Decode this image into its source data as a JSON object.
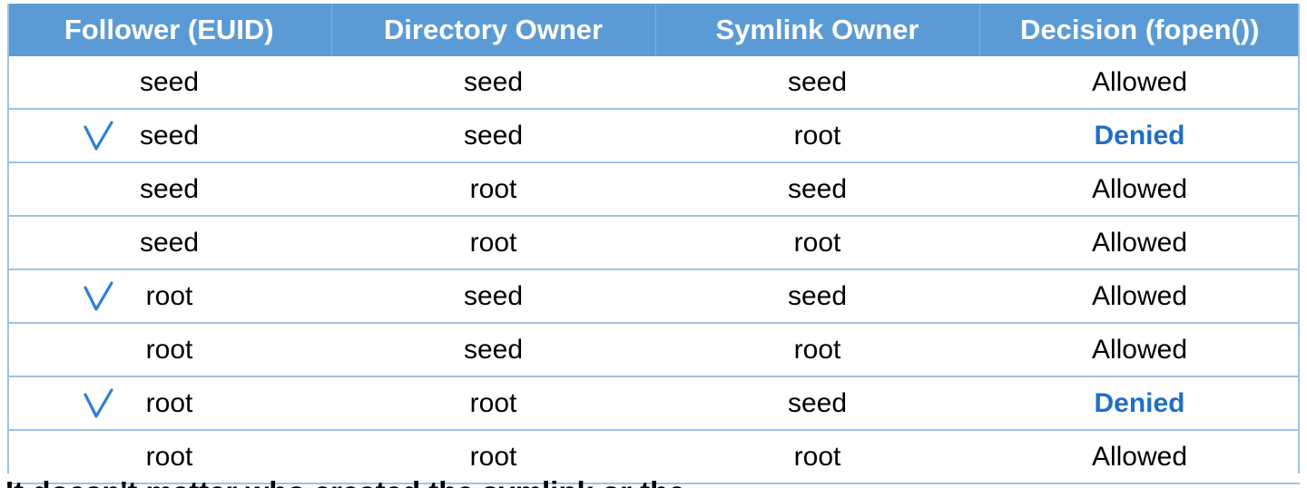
{
  "table": {
    "columns": [
      {
        "key": "follower",
        "label": "Follower (EUID)"
      },
      {
        "key": "dir_owner",
        "label": "Directory Owner"
      },
      {
        "key": "symlink_owner",
        "label": "Symlink Owner"
      },
      {
        "key": "decision",
        "label": "Decision (fopen())"
      }
    ],
    "rows": [
      {
        "mark": "",
        "follower": "seed",
        "dir_owner": "seed",
        "symlink_owner": "seed",
        "decision": "Allowed"
      },
      {
        "mark": "check-icon",
        "follower": "seed",
        "dir_owner": "seed",
        "symlink_owner": "root",
        "decision": "Denied"
      },
      {
        "mark": "",
        "follower": "seed",
        "dir_owner": "root",
        "symlink_owner": "seed",
        "decision": "Allowed"
      },
      {
        "mark": "",
        "follower": "seed",
        "dir_owner": "root",
        "symlink_owner": "root",
        "decision": "Allowed"
      },
      {
        "mark": "check-icon",
        "follower": "root",
        "dir_owner": "seed",
        "symlink_owner": "seed",
        "decision": "Allowed"
      },
      {
        "mark": "",
        "follower": "root",
        "dir_owner": "seed",
        "symlink_owner": "root",
        "decision": "Allowed"
      },
      {
        "mark": "check-icon",
        "follower": "root",
        "dir_owner": "root",
        "symlink_owner": "seed",
        "decision": "Denied"
      },
      {
        "mark": "",
        "follower": "root",
        "dir_owner": "root",
        "symlink_owner": "root",
        "decision": "Allowed"
      }
    ]
  },
  "caption": {
    "text": "It doesn't matter who created the symlink or the"
  },
  "colors": {
    "header_bg": "#5B9BD5",
    "header_text": "#FFFFFF",
    "border": "#9DC3E6",
    "denied_text": "#1F6FC4",
    "allowed_text": "#000000",
    "check_mark": "#2E7FD4",
    "body_bg": "#FFFFFF"
  }
}
